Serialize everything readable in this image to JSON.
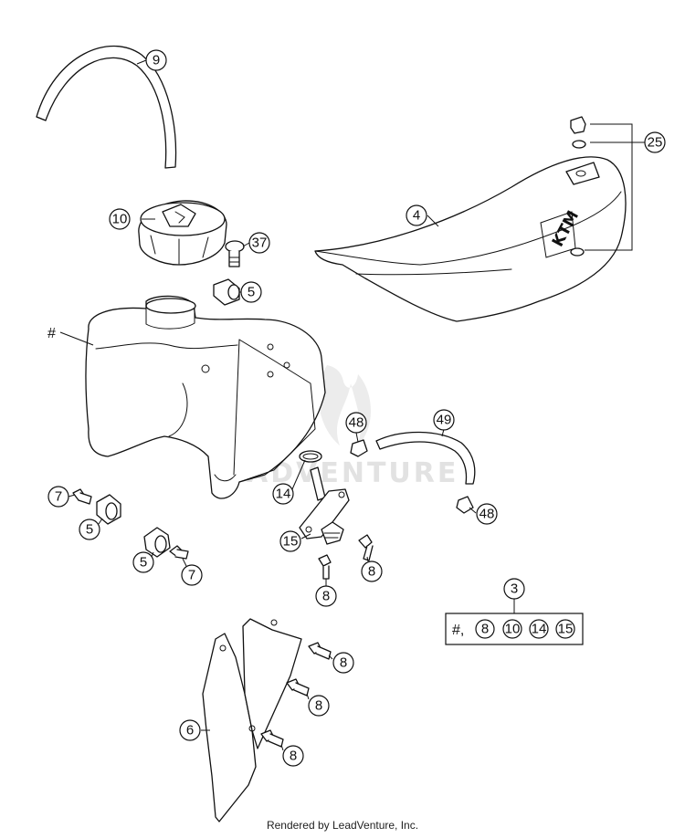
{
  "watermark_text": "ADVENTURE",
  "credit": "Rendered by LeadVenture, Inc.",
  "hash_label": "#",
  "seat_logo": "KTM",
  "callouts": [
    {
      "id": "c9",
      "label": "9"
    },
    {
      "id": "c10",
      "label": "10"
    },
    {
      "id": "c37",
      "label": "37"
    },
    {
      "id": "c5a",
      "label": "5"
    },
    {
      "id": "c4",
      "label": "4"
    },
    {
      "id": "c25",
      "label": "25"
    },
    {
      "id": "c48a",
      "label": "48"
    },
    {
      "id": "c49",
      "label": "49"
    },
    {
      "id": "c48b",
      "label": "48"
    },
    {
      "id": "c14",
      "label": "14"
    },
    {
      "id": "c15",
      "label": "15"
    },
    {
      "id": "c8a",
      "label": "8"
    },
    {
      "id": "c8b",
      "label": "8"
    },
    {
      "id": "c7a",
      "label": "7"
    },
    {
      "id": "c5b",
      "label": "5"
    },
    {
      "id": "c5c",
      "label": "5"
    },
    {
      "id": "c7b",
      "label": "7"
    },
    {
      "id": "c3",
      "label": "3"
    },
    {
      "id": "c6",
      "label": "6"
    },
    {
      "id": "c8c",
      "label": "8"
    },
    {
      "id": "c8d",
      "label": "8"
    },
    {
      "id": "c8e",
      "label": "8"
    }
  ],
  "kit": {
    "prefix": "#,",
    "items": [
      "8",
      "10",
      "14",
      "15"
    ]
  }
}
